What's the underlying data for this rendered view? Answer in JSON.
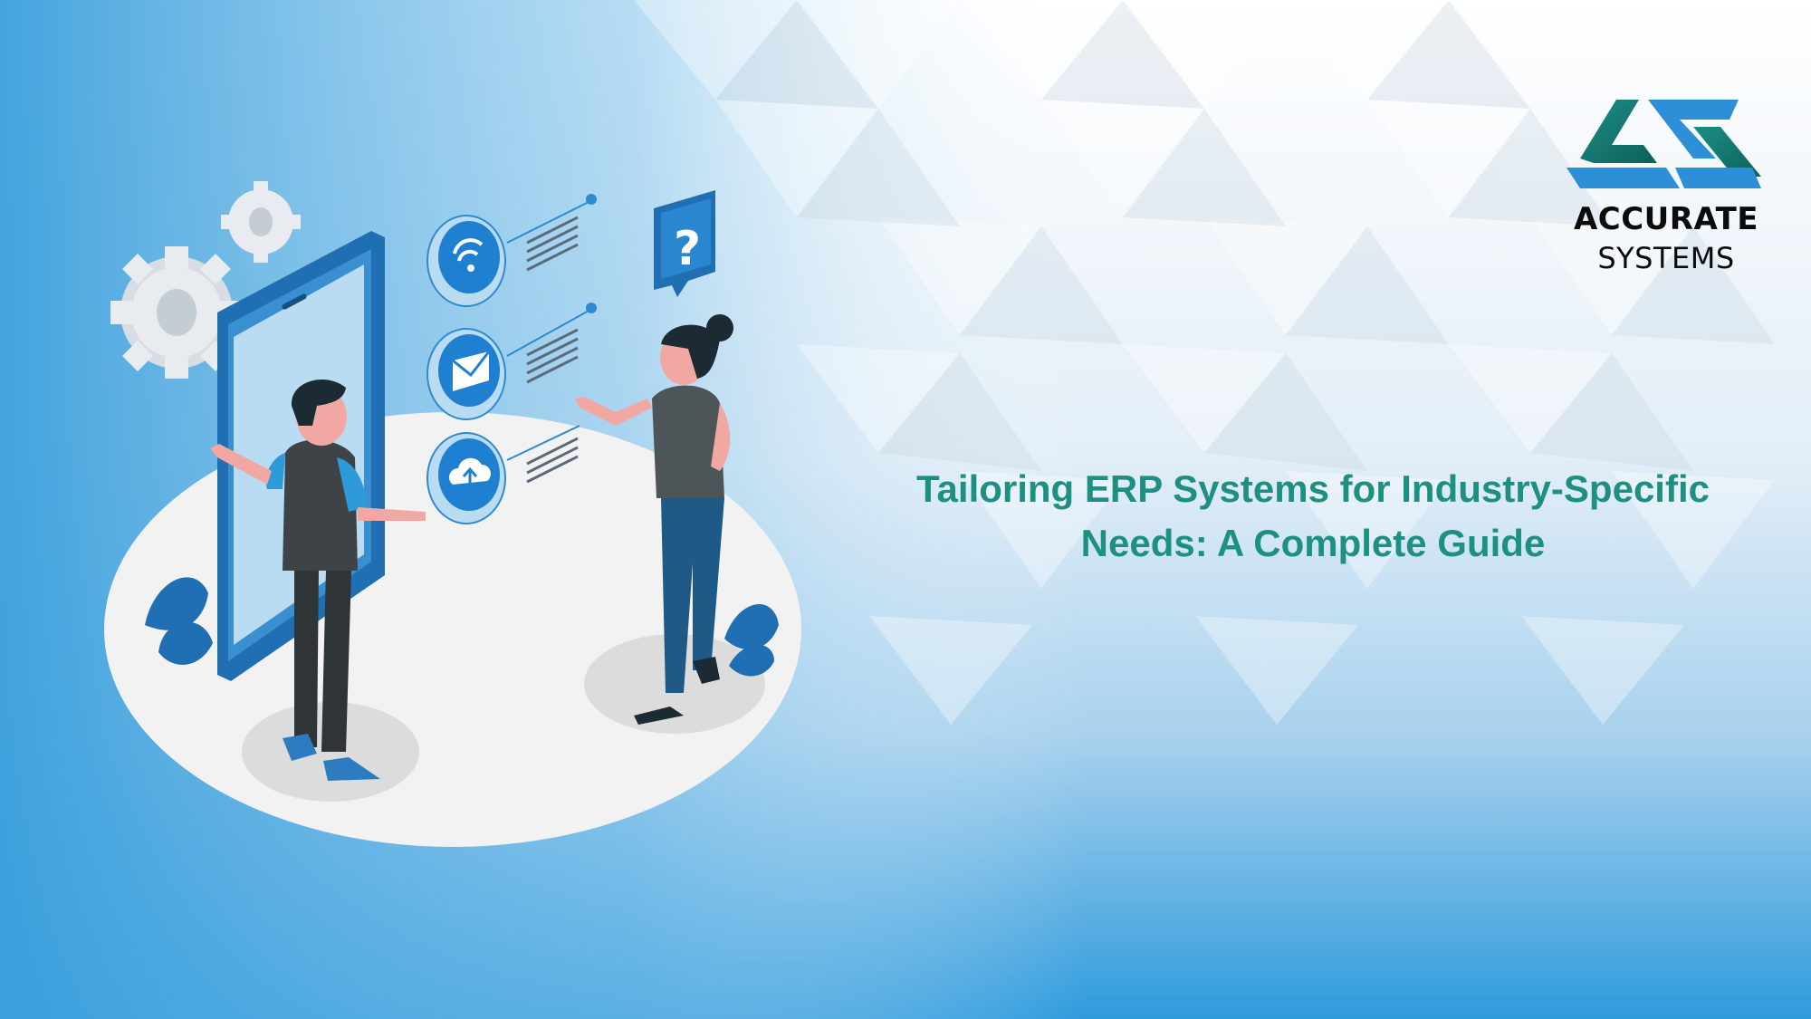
{
  "brand": {
    "name_line1": "ACCURATE",
    "name_line2": "SYSTEMS",
    "logo_icon": "accurate-systems-logo-icon",
    "logo_colors": {
      "teal": "#1b8f86",
      "blue": "#2d8fd8"
    }
  },
  "headline": {
    "line1": "Tailoring ERP Systems for Industry-Specific",
    "line2": "Needs: A Complete Guide",
    "color": "#1d8f83"
  },
  "illustration": {
    "icons": [
      "gear-icon",
      "wifi-icon",
      "mail-icon",
      "cloud-upload-icon",
      "question-bubble-icon"
    ]
  },
  "palette": {
    "background_top": "#ffffff",
    "background_blue": "#2f9bdc",
    "accent_blue": "#1f6fb2",
    "platform": "#f2f2f2"
  }
}
